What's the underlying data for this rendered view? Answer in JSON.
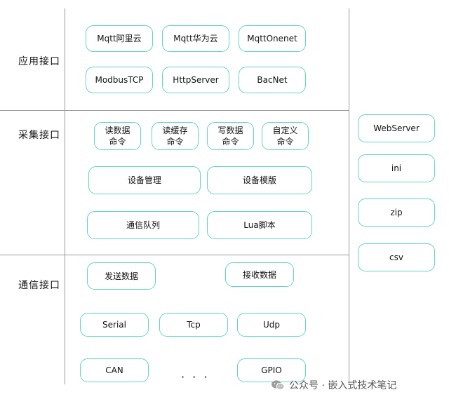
{
  "sections": {
    "app": "应用接口",
    "collect": "采集接口",
    "comm": "通信接口"
  },
  "app_boxes": [
    "Mqtt阿里云",
    "Mqtt华为云",
    "MqttOnenet",
    "ModbusTCP",
    "HttpServer",
    "BacNet"
  ],
  "collect_commands": [
    "读数据\n命令",
    "读缓存\n命令",
    "写数据\n命令",
    "自定义\n命令"
  ],
  "collect_boxes": [
    "设备管理",
    "设备模版",
    "通信队列",
    "Lua脚本"
  ],
  "comm_data": [
    "发送数据",
    "接收数据"
  ],
  "comm_boxes": [
    "Serial",
    "Tcp",
    "Udp",
    "CAN",
    "GPIO"
  ],
  "ellipsis": "· · ·",
  "side_boxes": [
    "WebServer",
    "ini",
    "zip",
    "csv"
  ],
  "watermark": {
    "icon": "wechat-icon",
    "text": "公众号 · 嵌入式技术笔记"
  }
}
